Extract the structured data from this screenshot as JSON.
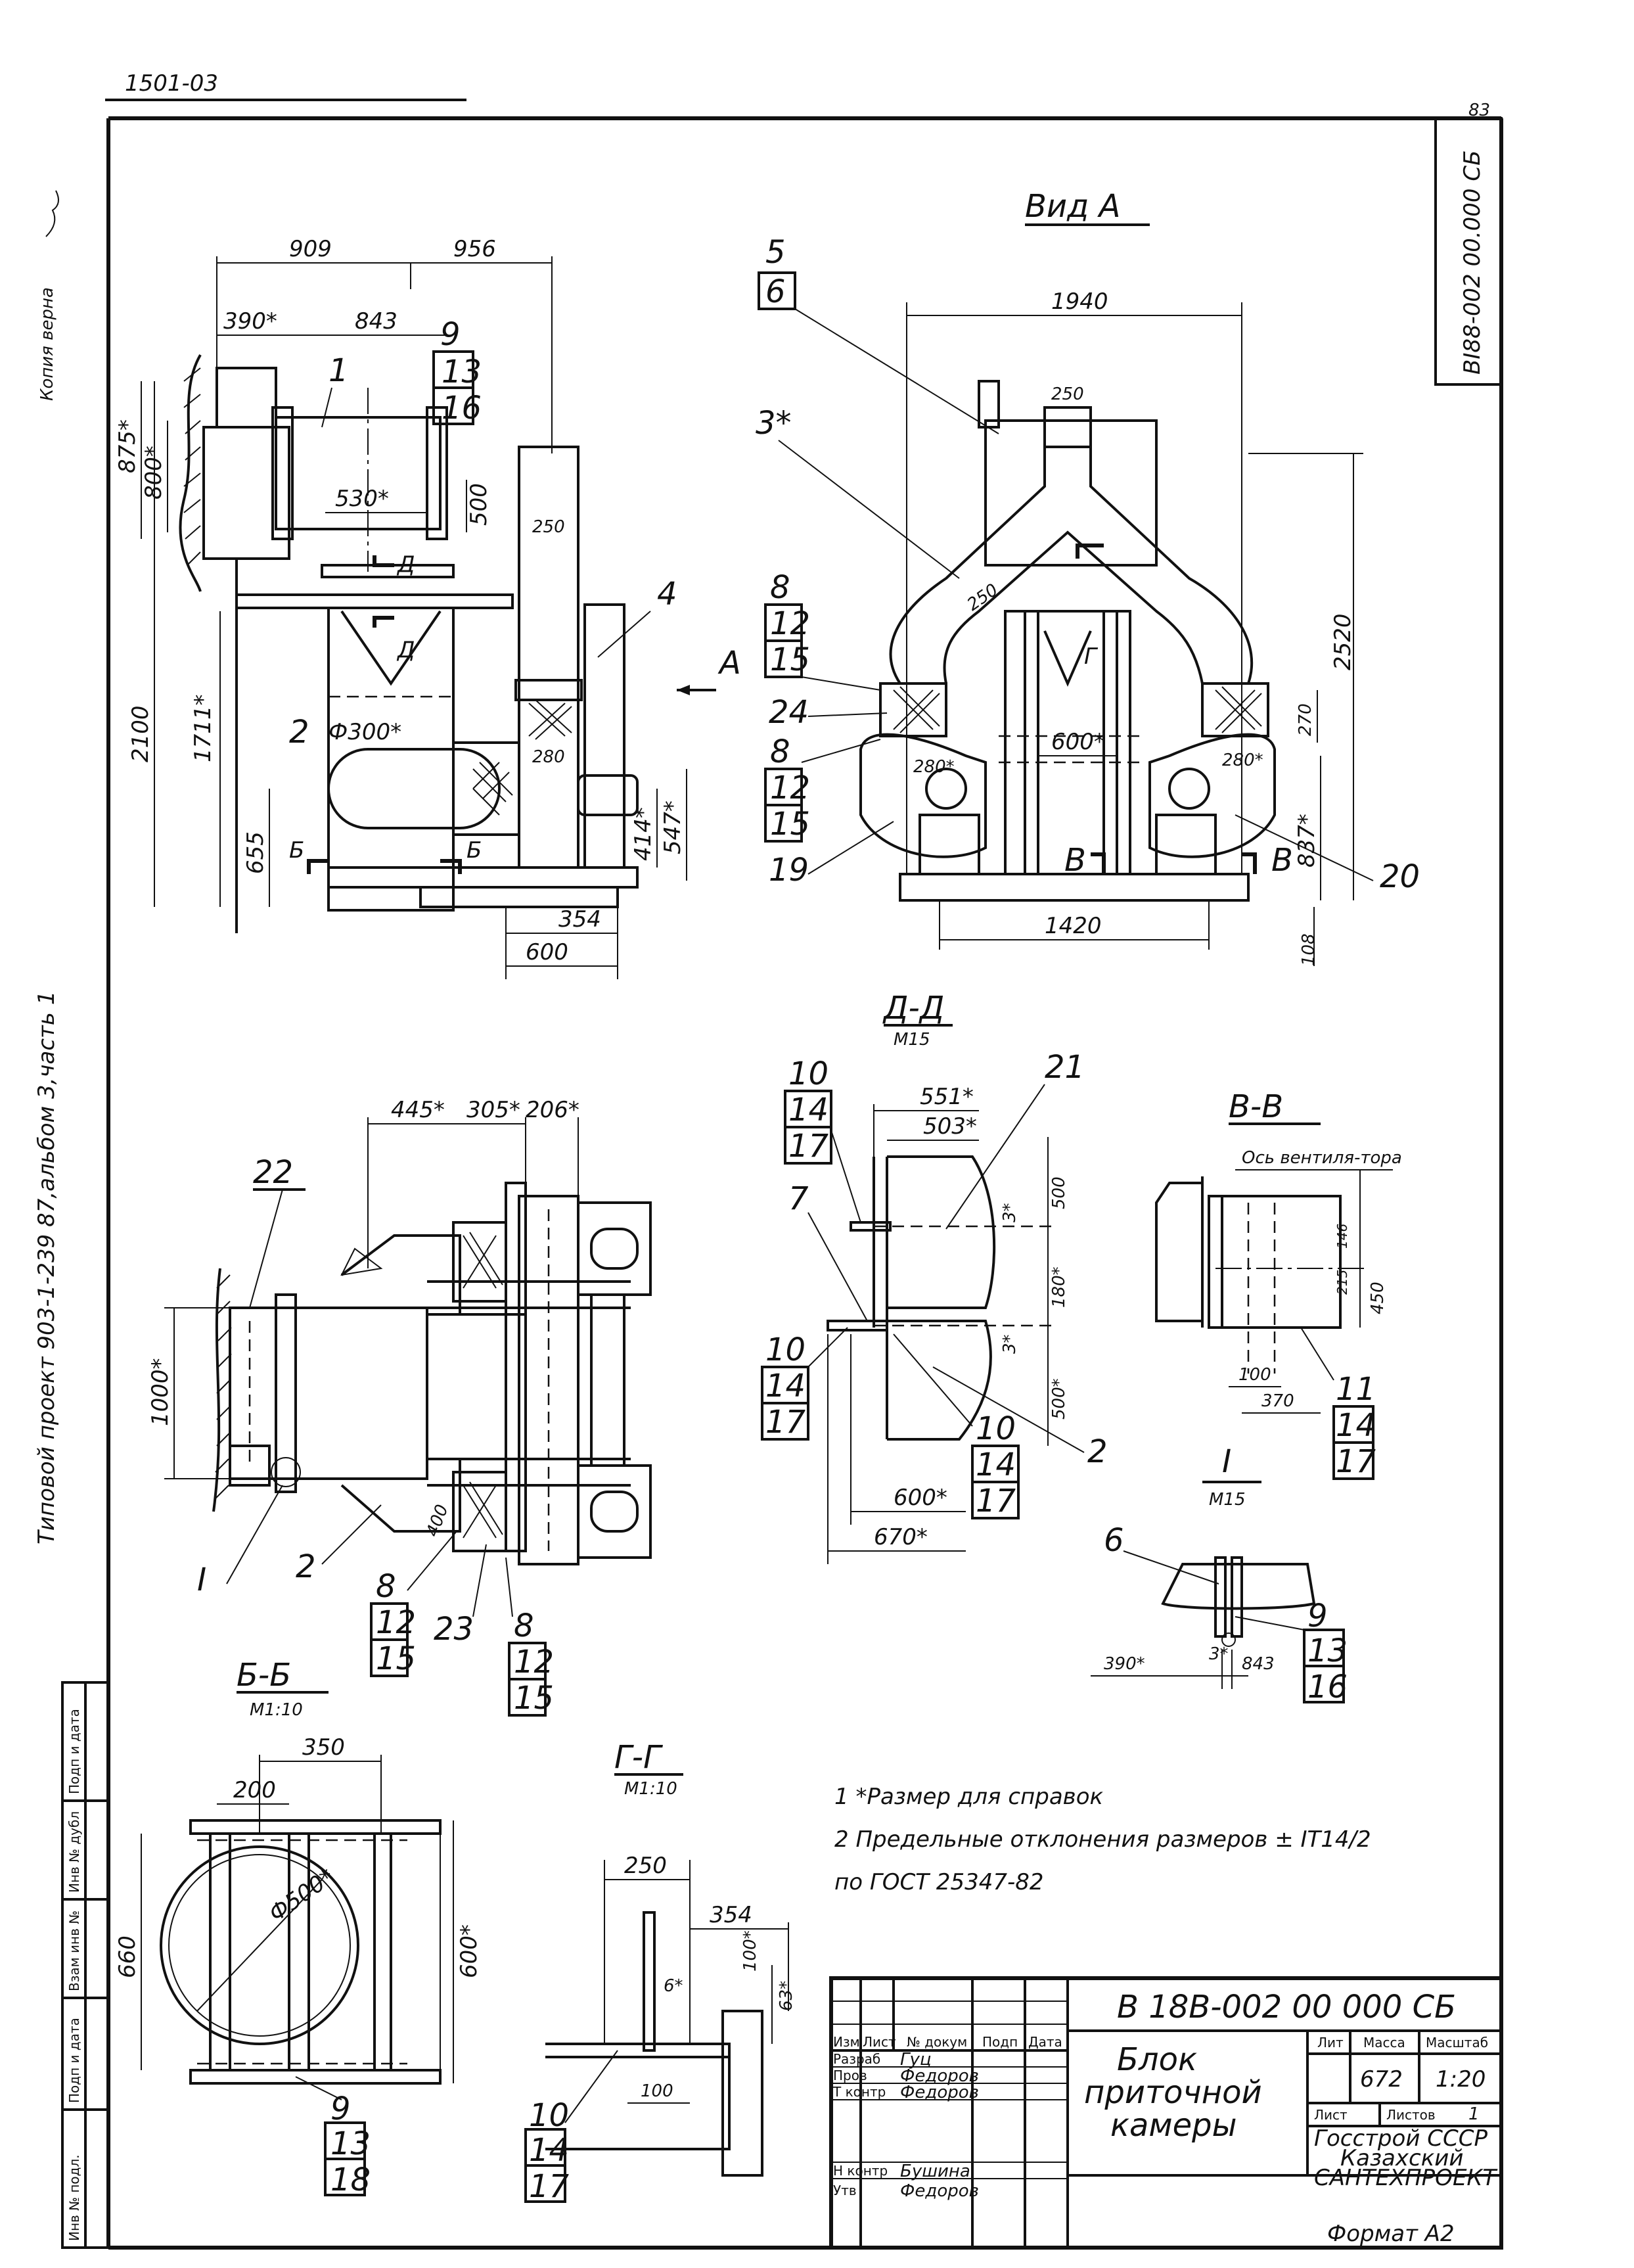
{
  "sheet": {
    "top_code": "1501-03",
    "side_stamp": "ВI88-002 00.000 СБ",
    "corner_num": "83",
    "copy_note": "Копия верна",
    "side_series": "Типовой проект 903-1-239 87,альбом 3,часть 1",
    "format": "Формат А2"
  },
  "views": {
    "vid_a": "Вид А",
    "view_arrow": "А",
    "sec_dd": "Д-Д",
    "sec_dd_scale": "М15",
    "sec_vv": "В-В",
    "sec_vv_note": "Ось вентиля-тора",
    "sec_i": "I",
    "sec_i_scale": "М15",
    "sec_bb": "Б-Б",
    "sec_bb_scale": "М1:10",
    "sec_gg": "Г-Г",
    "sec_gg_scale": "М1:10"
  },
  "dims_front": {
    "d909": "909",
    "d956": "956",
    "d390": "390*",
    "d843": "843",
    "d875": "875*",
    "d800": "800*",
    "d530": "530*",
    "d500": "500",
    "d250": "250",
    "d2100": "2100",
    "d1711": "1711*",
    "d655": "655",
    "d300": "Ф300*",
    "d280": "280",
    "d414": "414*",
    "d547": "547*",
    "d354": "354",
    "d600": "600"
  },
  "dims_vid_a": {
    "d1940": "1940",
    "d250": "250",
    "d250b": "250",
    "d2520": "2520",
    "d270": "270",
    "d600": "600*",
    "d280": "280*",
    "d280b": "280*",
    "d837": "837*",
    "d1420": "1420",
    "d108": "108"
  },
  "dims_plan": {
    "d445": "445*",
    "d305": "305*",
    "d206": "206*",
    "d1000": "1000*",
    "d400": "400"
  },
  "dims_dd": {
    "d551": "551*",
    "d503": "503*",
    "d500a": "500",
    "d3a": "3*",
    "d180": "180*",
    "d3b": "3*",
    "d500b": "500*",
    "d600": "600*",
    "d670": "670*"
  },
  "dims_vv": {
    "d146": "146",
    "d215": "215",
    "d450": "450",
    "d100": "100",
    "d370": "370"
  },
  "dims_i": {
    "d3": "3*",
    "d390": "390*",
    "d843": "843"
  },
  "dims_bb": {
    "d350": "350",
    "d200": "200",
    "d500": "Ф500*",
    "d660": "660",
    "d600": "600*"
  },
  "dims_gg": {
    "d250": "250",
    "d354": "354",
    "d100": "100*",
    "d63": "63*",
    "d6": "6*",
    "d100b": "100"
  },
  "callouts": {
    "c1": "1",
    "c2": "2",
    "c3": "3*",
    "c4": "4",
    "c5": "5",
    "c6": "6",
    "c9_13_16": [
      "9",
      "13",
      "16"
    ],
    "c8_12_15a": [
      "8",
      "12",
      "15"
    ],
    "c24": "24",
    "c8_12_15b": [
      "8",
      "12",
      "15"
    ],
    "c19": "19",
    "c20": "20",
    "c22": "22",
    "c2b": "2",
    "cI": "I",
    "c8_12_15c": [
      "8",
      "12",
      "15"
    ],
    "c23": "23",
    "c8_12_15d": [
      "8",
      "12",
      "15"
    ],
    "c10_14_17a": [
      "10",
      "14",
      "17"
    ],
    "c7": "7",
    "c21": "21",
    "c10_14_17b": [
      "10",
      "14",
      "17"
    ],
    "c10_14_17c": [
      "10",
      "14",
      "17"
    ],
    "c2c": "2",
    "c11_14_17": [
      "11",
      "14",
      "17"
    ],
    "c6b": "6",
    "c9_13_16b": [
      "9",
      "13",
      "16"
    ],
    "c9_13_18": [
      "9",
      "13",
      "18"
    ],
    "c10_14_17d": [
      "10",
      "14",
      "17"
    ],
    "cB1": "Б",
    "cB2": "Б",
    "cV1": "В",
    "cV2": "В",
    "cD1": "Д",
    "cD2": "Д",
    "cG": "Г"
  },
  "notes": {
    "n1": "1 *Размер для справок",
    "n2": "2 Предельные отклонения размеров ± IT14/2",
    "n3": "по ГОСТ 25347-82"
  },
  "title_block": {
    "designation": "В 18В-002 00 000 СБ",
    "name": [
      "Блок",
      "приточной",
      "камеры"
    ],
    "hdr": [
      "Изм",
      "Лист",
      "№ докум",
      "Подп",
      "Дата"
    ],
    "rows": [
      {
        "role": "Разраб",
        "name": "Гуц"
      },
      {
        "role": "Пров",
        "name": "Федоров"
      },
      {
        "role": "Т контр",
        "name": "Федоров"
      },
      {
        "role": "",
        "name": ""
      },
      {
        "role": "Н контр",
        "name": "Бушина"
      },
      {
        "role": "Утв",
        "name": "Федоров"
      }
    ],
    "lit": "Лит",
    "mass_lbl": "Масса",
    "scale_lbl": "Масштаб",
    "mass": "672",
    "scale": "1:20",
    "sheet_lbl": "Лист",
    "sheets_lbl": "Листов",
    "sheets": "1",
    "org": [
      "Госстрой СССР",
      "Казахский",
      "САНТЕХПРОЕКТ"
    ]
  },
  "left_strip": [
    "Инв № подл.",
    "Подп и дата",
    "Взам инв №",
    "Инв № дубл",
    "Подп и дата"
  ]
}
